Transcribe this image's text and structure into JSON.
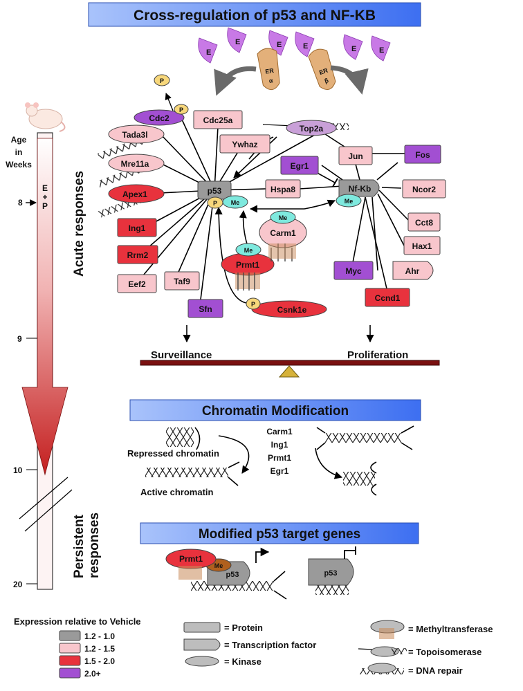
{
  "headers": {
    "cross": "Cross-regulation of p53 and NF-KB",
    "chromatin": "Chromatin Modification",
    "targets": "Modified p53 target genes"
  },
  "colors": {
    "header_light": "#a9c3fb",
    "header_dark": "#3d6ff1",
    "gray": "#9a9a9a",
    "pink": "#f8c6cc",
    "red": "#e8323d",
    "purple": "#a24fd2",
    "estrogen": "#c879e6",
    "phospho": "#f7d77b",
    "methyl": "#7ee9de",
    "beam": "#7a1010"
  },
  "estrogen_label": "E",
  "receptors": {
    "alpha": [
      "ER",
      "α"
    ],
    "beta": [
      "ER",
      "β"
    ]
  },
  "timeline": {
    "age_label": [
      "Age",
      "in",
      "Weeks"
    ],
    "ticks": [
      "8",
      "9",
      "10",
      "20"
    ],
    "treatment": [
      "E",
      "+",
      "P"
    ],
    "acute": "Acute  responses",
    "persistent": [
      "Persistent",
      "responses"
    ]
  },
  "modifications": {
    "phospho": "P",
    "methyl": "Me"
  },
  "genes": {
    "cdc2": "Cdc2",
    "cdc25a": "Cdc25a",
    "tada3l": "Tada3l",
    "top2a": "Top2a",
    "ywhaz": "Ywhaz",
    "mre11a": "Mre11a",
    "jun": "Jun",
    "fos": "Fos",
    "egr1": "Egr1",
    "apex1": "Apex1",
    "p53": "p53",
    "hspa8": "Hspa8",
    "nfkb": "Nf-Kb",
    "ncor2": "Ncor2",
    "ing1": "Ing1",
    "carm1": "Carm1",
    "cct8": "Cct8",
    "rrm2": "Rrm2",
    "prmt1": "Prmt1",
    "hax1": "Hax1",
    "eef2": "Eef2",
    "taf9": "Taf9",
    "myc": "Myc",
    "ahr": "Ahr",
    "sfn": "Sfn",
    "csnk1e": "Csnk1e",
    "ccnd1": "Ccnd1"
  },
  "outcomes": {
    "surveillance": "Surveillance",
    "proliferation": "Proliferation"
  },
  "chromatin": {
    "repressed": "Repressed chromatin",
    "active": "Active chromatin",
    "modifiers": [
      "Carm1",
      "Ing1",
      "Prmt1",
      "Egr1"
    ]
  },
  "legend": {
    "expression_title": "Expression relative to Vehicle",
    "expression_levels": [
      {
        "label": "1.2 - 1.0",
        "color": "#9a9a9a"
      },
      {
        "label": "1.2 - 1.5",
        "color": "#f8c6cc"
      },
      {
        "label": "1.5 - 2.0",
        "color": "#e8323d"
      },
      {
        "label": "2.0+",
        "color": "#a24fd2"
      }
    ],
    "shapes": [
      "= Protein",
      "= Transcription factor",
      "= Kinase"
    ],
    "functions": [
      "= Methyltransferase",
      "= Topoisomerase",
      "= DNA repair"
    ]
  }
}
